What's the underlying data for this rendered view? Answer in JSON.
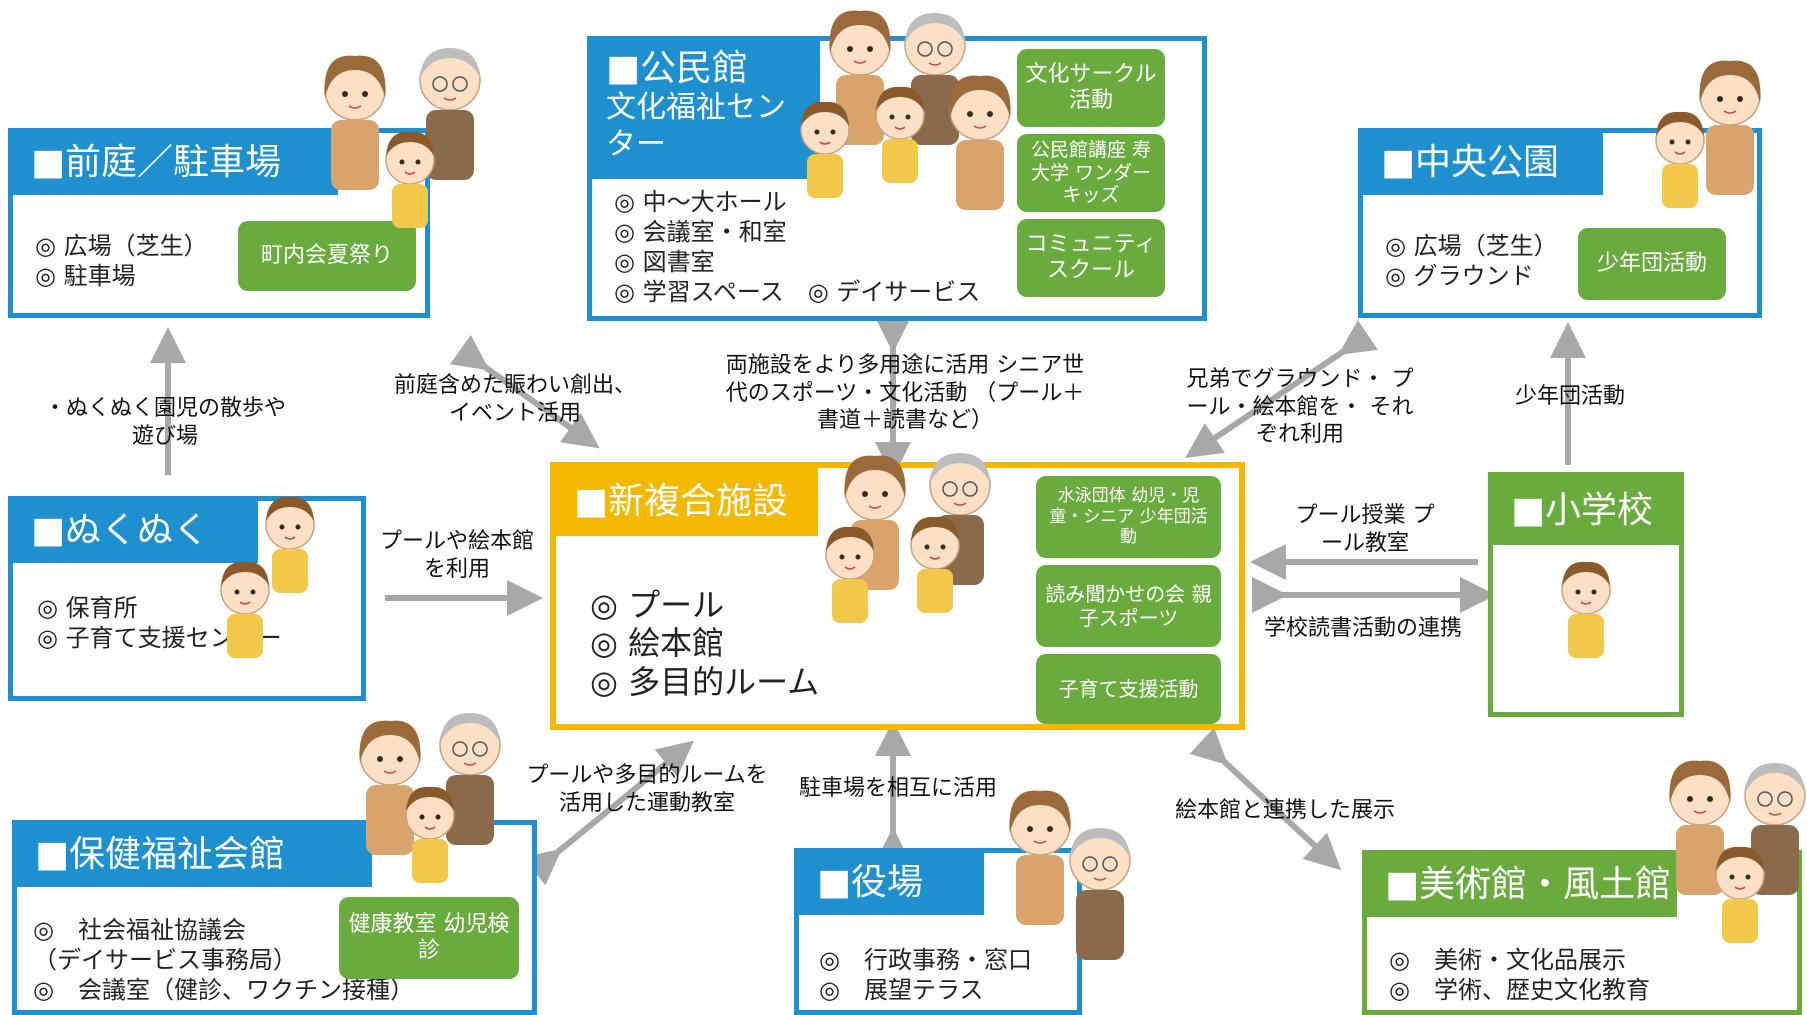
{
  "colors": {
    "blue": "#1e8fcf",
    "green": "#6aab3e",
    "yellow": "#f5b800",
    "arrow": "#a8a8a8"
  },
  "boxes": {
    "maeniwa": {
      "title": "■前庭／駐車場",
      "items": [
        "◎ 広場（芝生）",
        "◎ 駐車場"
      ],
      "tags": [
        "町内会夏祭り"
      ]
    },
    "kouminkan": {
      "title": "■公民館",
      "subtitle": "文化福祉センター",
      "items": [
        "◎ 中～大ホール",
        "◎ 会議室・和室",
        "◎ 図書室",
        "◎ 学習スペース　◎ デイサービス"
      ],
      "tags": [
        "文化サークル活動",
        "公民館講座 寿大学 ワンダーキッズ",
        "コミュニティスクール"
      ]
    },
    "chuo": {
      "title": "■中央公園",
      "items": [
        "◎ 広場（芝生）",
        "◎ グラウンド"
      ],
      "tags": [
        "少年団活動"
      ]
    },
    "nukunuku": {
      "title": "■ぬくぬく",
      "items": [
        "◎ 保育所",
        "◎ 子育て支援センター"
      ]
    },
    "center": {
      "title": "■新複合施設",
      "items": [
        "◎ プール",
        "◎ 絵本館",
        "◎ 多目的ルーム"
      ],
      "tags": [
        "水泳団体 幼児・児童・シニア 少年団活動",
        "読み聞かせの会 親子スポーツ",
        "子育て支援活動"
      ]
    },
    "shogakko": {
      "title": "■小学校"
    },
    "hoken": {
      "title": "■保健福祉会館",
      "items": [
        "◎　社会福祉協議会",
        "（デイサービス事務局）",
        "◎　会議室（健診、ワクチン接種）"
      ],
      "tags": [
        "健康教室 幼児検診"
      ]
    },
    "yakuba": {
      "title": "■役場",
      "items": [
        "◎　行政事務・窓口",
        "◎　展望テラス"
      ]
    },
    "bijutsukan": {
      "title": "■美術館・風土館",
      "items": [
        "◎　美術・文化品展示",
        "◎　学術、歴史文化教育"
      ]
    }
  },
  "edges": {
    "nukunuku_up": "・ぬくぬく園児の散歩や 遊び場",
    "maeniwa_center": "前庭含めた賑わい創出、 イベント活用",
    "kouminkan_center": "両施設をより多用途に活用 シニア世代のスポーツ・文化活動 （プール＋書道＋読書など）",
    "chuo_center": "兄弟でグラウンド・ プール・絵本館を・ それぞれ利用",
    "school_chuo": "少年団活動",
    "nukunuku_center": "プールや絵本館 を利用",
    "school_center_1": "プール授業 プール教室",
    "school_center_2": "学校読書活動の連携",
    "hoken_center": "プールや多目的ルームを 活用した運動教室",
    "yakuba_center": "駐車場を相互に活用",
    "bijutsu_center": "絵本館と連携した展示"
  }
}
